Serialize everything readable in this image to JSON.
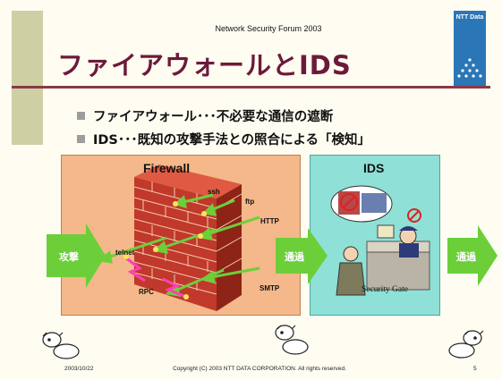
{
  "header": {
    "forum_title": "Network Security Forum 2003",
    "logo_text": "NTT Data"
  },
  "slide": {
    "title": "ファイアウォールとIDS",
    "bullets": [
      "ファイアウォール･･･不必要な通信の遮断",
      "IDS･･･既知の攻撃手法との照合による「検知」"
    ]
  },
  "diagram": {
    "firewall_title": "Firewall",
    "ids_title": "IDS",
    "attack_label": "攻撃",
    "pass_label_1": "通過",
    "pass_label_2": "通過",
    "protocols": [
      "ssh",
      "ftp",
      "HTTP",
      "telnet",
      "RPC",
      "SMTP"
    ],
    "gate_label": "Security Gate"
  },
  "footer": {
    "date": "2003/10/22",
    "copyright": "Copyright (C) 2003 NTT DATA CORPORATION. All rights reserved.",
    "page_number": "5"
  },
  "colors": {
    "title": "#6d1a3a",
    "firewall_bg": "#f4b88a",
    "ids_bg": "#8fe0d6",
    "arrow": "#6ccf3a",
    "accent_rule": "#8a3a46",
    "logo_bg": "#2b76b7"
  },
  "icons": [
    "brick-wall-icon",
    "security-guard-icon",
    "attacker-icon",
    "raccoon-mascot-icon"
  ]
}
